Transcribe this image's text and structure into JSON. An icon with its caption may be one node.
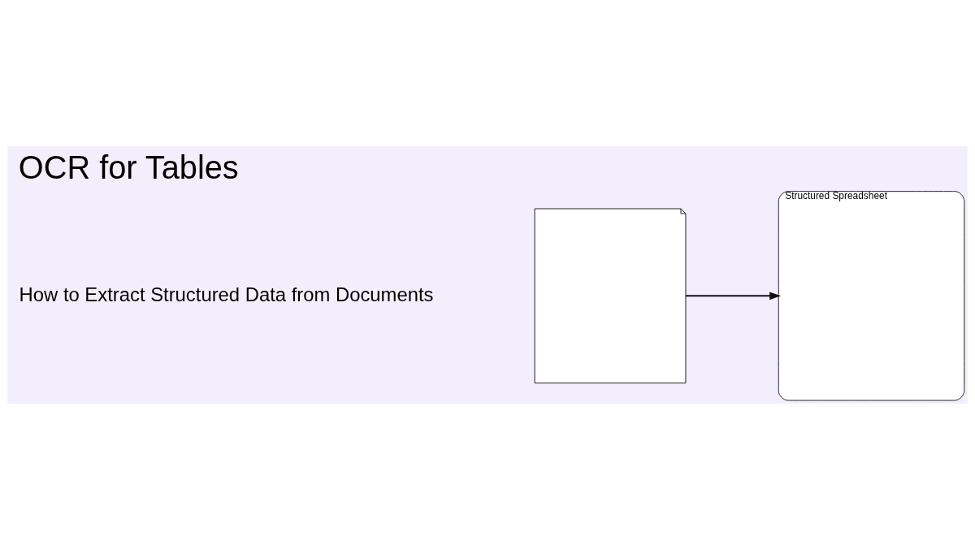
{
  "diagram": {
    "title": "OCR for Tables",
    "nodes": [
      {
        "text": [],
        "shape": "picture"
      },
      {
        "text": [
          "Structured Spreadsheet"
        ]
      }
    ],
    "edges": [
      {
        "from": 0,
        "to": 1,
        "arrow": "to"
      }
    ],
    "labels": [
      "How to Extract Structured Data from Documents"
    ]
  }
}
